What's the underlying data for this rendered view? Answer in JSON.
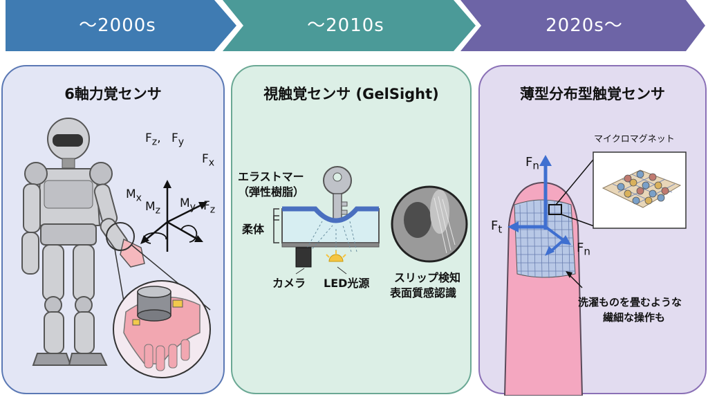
{
  "timeline": {
    "eras": [
      "～2000s",
      "～2010s",
      "2020s～"
    ],
    "colors": [
      "#3f7bb2",
      "#4b9a98",
      "#6d64a6"
    ]
  },
  "panel1": {
    "title": "6軸力覚センサ",
    "axis": {
      "fz": "F",
      "fz_sub": "z",
      "fy": "F",
      "fy_sub": "y",
      "fx": "F",
      "fx_sub": "x",
      "mx": "M",
      "mx_sub": "x",
      "mz": "M",
      "mz_sub": "z",
      "my": "M",
      "my_sub": "y",
      "fz2": "F",
      "fz2_sub": "z"
    }
  },
  "panel2": {
    "title": "視触覚センサ (GelSight)",
    "elastomer": "エラストマー",
    "elastomer_sub": "（弾性樹脂）",
    "soft_body": "柔体",
    "camera": "カメラ",
    "led": "LED光源",
    "result_line1": "スリップ検知",
    "result_line2": "表面質感認識"
  },
  "panel3": {
    "title": "薄型分布型触覚センサ",
    "magnet_label": "マイクロマグネット",
    "fn_top": "F",
    "fn_top_sub": "n",
    "ft": "F",
    "ft_sub": "t",
    "fn_side": "F",
    "fn_side_sub": "n",
    "note_line1": "洗濯ものを畳むような",
    "note_line2": "繊細な操作も"
  }
}
